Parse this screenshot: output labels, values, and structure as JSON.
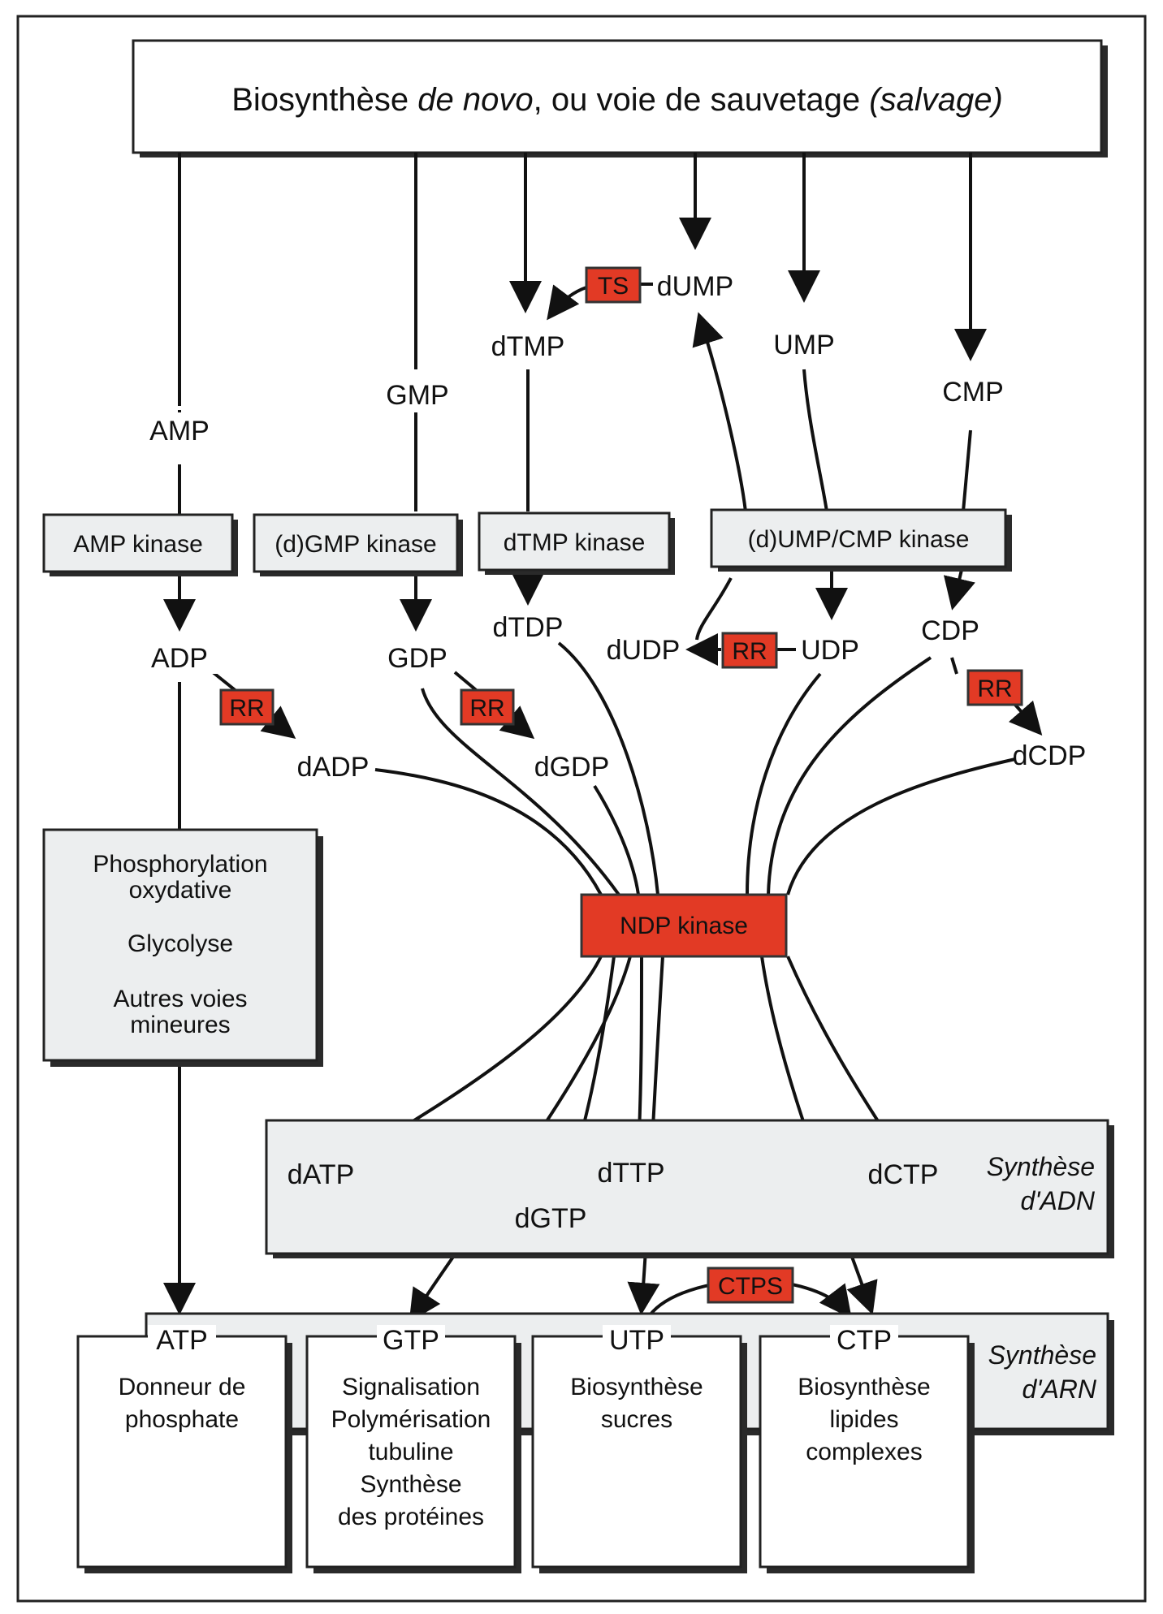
{
  "header": {
    "prefix": "Biosynthèse ",
    "italic1": "de novo",
    "middle": ", ou voie de sauvetage ",
    "italic2": "(salvage)"
  },
  "nucleotides": {
    "amp": "AMP",
    "gmp": "GMP",
    "dtmp": "dTMP",
    "dump": "dUMP",
    "ump": "UMP",
    "cmp": "CMP",
    "adp": "ADP",
    "gdp": "GDP",
    "dtdp": "dTDP",
    "dudp": "dUDP",
    "udp": "UDP",
    "cdp": "CDP",
    "dadp": "dADP",
    "dgdp": "dGDP",
    "dcdp": "dCDP",
    "datp": "dATP",
    "dgtp": "dGTP",
    "dttp": "dTTP",
    "dctp": "dCTP",
    "atp": "ATP",
    "gtp": "GTP",
    "utp": "UTP",
    "ctp": "CTP"
  },
  "enzymes": {
    "amp_kinase": "AMP kinase",
    "gmp_kinase": "(d)GMP kinase",
    "dtmp_kinase": "dTMP kinase",
    "ump_cmp_kinase": "(d)UMP/CMP kinase",
    "ndp_kinase": "NDP kinase",
    "ts": "TS",
    "rr": "RR",
    "ctps": "CTPS"
  },
  "energy_box": {
    "line1": "Phosphorylation",
    "line2": "oxydative",
    "line3": "Glycolyse",
    "line4": "Autres voies",
    "line5": "mineures"
  },
  "regions": {
    "dna_line1": "Synthèse",
    "dna_line2": "d'ADN",
    "rna_line1": "Synthèse",
    "rna_line2": "d'ARN"
  },
  "functions": {
    "atp_line1": "Donneur de",
    "atp_line2": "phosphate",
    "gtp_line1": "Signalisation",
    "gtp_line2": "Polymérisation",
    "gtp_line3": "tubuline",
    "gtp_line4": "Synthèse",
    "gtp_line5": "des protéines",
    "utp_line1": "Biosynthèse",
    "utp_line2": "sucres",
    "ctp_line1": "Biosynthèse",
    "ctp_line2": "lipides",
    "ctp_line3": "complexes"
  },
  "colors": {
    "enzyme_red": "#e23a25",
    "panel_grey": "#eceeef"
  }
}
